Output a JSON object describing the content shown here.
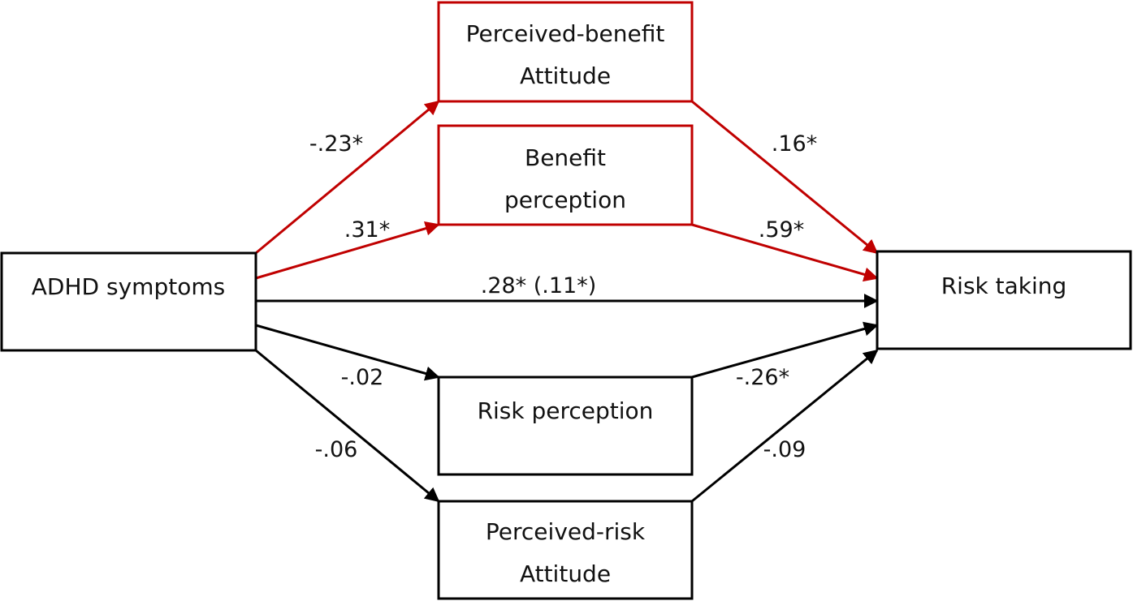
{
  "colors": {
    "highlight": "#c00000",
    "default": "#000000"
  },
  "nodes": {
    "adhd": {
      "lines": [
        "ADHD symptoms"
      ],
      "highlight": false
    },
    "perceived_benefit_attitude": {
      "lines": [
        "Perceived-benefit",
        "Attitude"
      ],
      "highlight": true
    },
    "benefit_perception": {
      "lines": [
        "Benefit",
        "perception"
      ],
      "highlight": true
    },
    "risk_perception": {
      "lines": [
        "Risk perception"
      ],
      "highlight": false
    },
    "perceived_risk_attitude": {
      "lines": [
        "Perceived-risk",
        "Attitude"
      ],
      "highlight": false
    },
    "risk_taking": {
      "lines": [
        "Risk taking"
      ],
      "highlight": false
    }
  },
  "paths": {
    "adhd_to_perceived_benefit_attitude": "-.23*",
    "perceived_benefit_attitude_to_risk_taking": ".16*",
    "adhd_to_benefit_perception": ".31*",
    "benefit_perception_to_risk_taking": ".59*",
    "adhd_to_risk_taking": ".28* (.11*)",
    "adhd_to_risk_perception": "-.02",
    "risk_perception_to_risk_taking": "-.26*",
    "adhd_to_perceived_risk_attitude": "-.06",
    "perceived_risk_attitude_to_risk_taking": "-.09"
  }
}
